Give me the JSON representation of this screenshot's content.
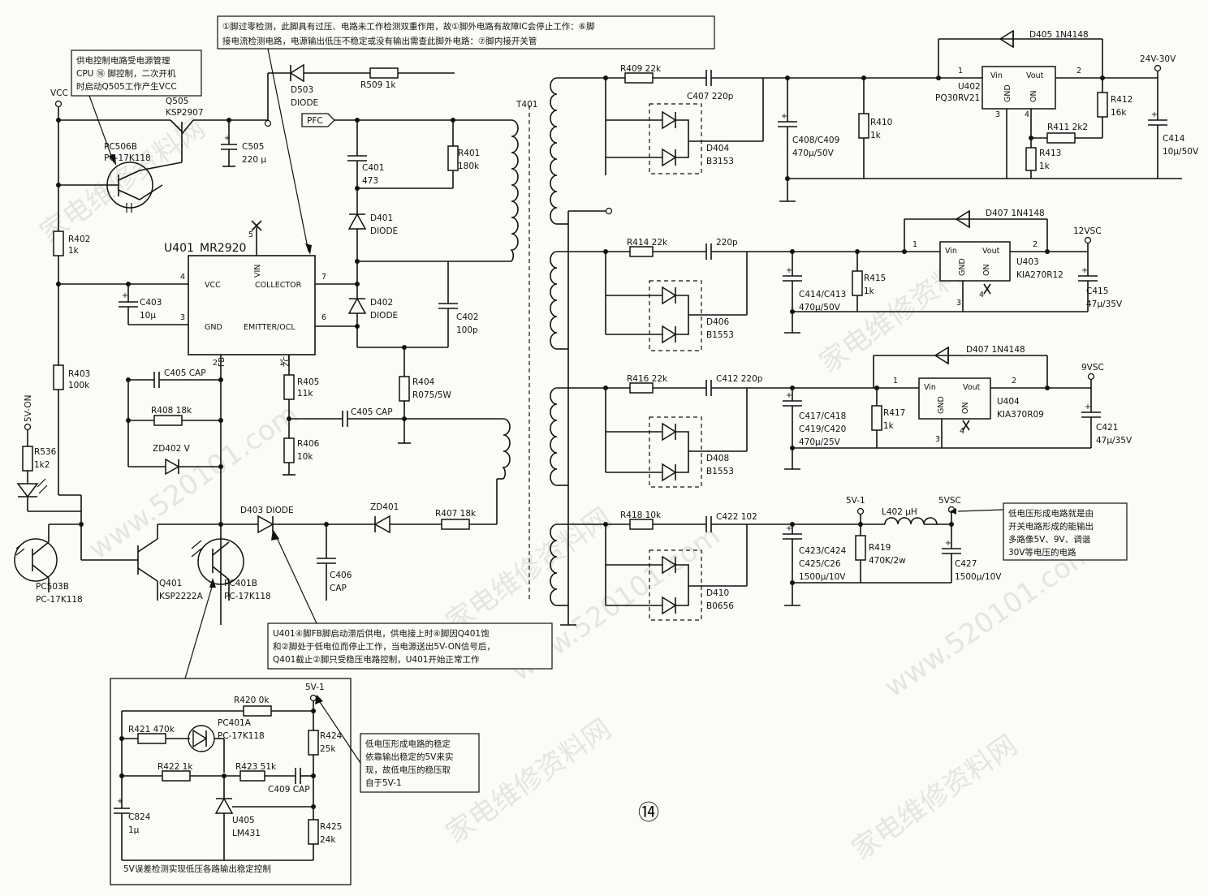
{
  "page_number": "⑭",
  "watermarks": [
    "家电维修资料网",
    "www.520101.com"
  ],
  "annotations": {
    "top_note": [
      "①脚过零检测，此脚具有过压、电路未工作检测双重作用，故①脚外电路有故障IC会停止工作：⑥脚",
      "接电流检测电路，电源输出低压不稳定或没有输出需查此脚外电路：⑦脚内接开关管"
    ],
    "power_control_note": [
      "供电控制电路受电源管理",
      "CPU ⑯ 脚控制，二次开机",
      "时启动Q505工作产生VCC"
    ],
    "fb_note": [
      "U401④脚FB脚启动滞后供电，供电接上时④脚因Q401饱",
      "和②脚处于低电位而停止工作，当电源送出5V-ON信号后，",
      "Q401截止②脚只受稳压电路控制，U401开始正常工作"
    ],
    "feedback_note": [
      "低电压形成电路的稳定",
      "依靠输出稳定的5V来实",
      "现，故低电压的稳压取",
      "自于5V-1"
    ],
    "feedback_caption": "5V误差检测实现低压各路输出稳定控制",
    "secondary_note": [
      "低电压形成电路就是由",
      "开关电路形成的能输出",
      "多路像5V、9V、调谐",
      "30V等电压的电路"
    ]
  },
  "primary": {
    "nets": {
      "vcc": "VCC",
      "pfc": "PFC",
      "on5v": "5V-ON"
    },
    "ic": {
      "ref": "U401",
      "part": "MR2920",
      "pin_vcc": "VCC",
      "pin_gnd": "GND",
      "pin_collector": "COLLECTOR",
      "pin_emitter": "EMITTER/OCL",
      "pin_vin": "VIN",
      "pin_fb": "FB",
      "pin_zc": "ZC",
      "n4": "4",
      "n3": "3",
      "n7": "7",
      "n6": "6",
      "n2": "2",
      "n1": "1",
      "n5": "5"
    },
    "q505": [
      "Q505",
      "KSP2907"
    ],
    "c505": [
      "C505",
      "220 μ"
    ],
    "pc506": [
      "PC506B",
      "PC-17K118"
    ],
    "d503": [
      "D503",
      "DIODE"
    ],
    "r509": "R509 1k",
    "c401": [
      "C401",
      "473"
    ],
    "r401": [
      "R401",
      "180k"
    ],
    "d401": [
      "D401",
      "DIODE"
    ],
    "d402": [
      "D402",
      "DIODE"
    ],
    "c402": [
      "C402",
      "100p"
    ],
    "r402": [
      "R402",
      "1k"
    ],
    "c403": [
      "C403",
      "10μ"
    ],
    "r403": [
      "R403",
      "100k"
    ],
    "c405a": "C405 CAP",
    "r408": "R408 18k",
    "zd402": "ZD402 V",
    "r405": [
      "R405",
      "11k"
    ],
    "r406": [
      "R406",
      "10k"
    ],
    "c405b": "C405 CAP",
    "r404": [
      "R404",
      "R075/5W"
    ],
    "r536": [
      "R536",
      "1k2"
    ],
    "d403": "D403 DIODE",
    "zd401": "ZD401",
    "r407": "R407 18k",
    "c406": [
      "C406",
      "CAP"
    ],
    "pc503": [
      "PC503B",
      "PC-17K118"
    ],
    "q401": [
      "Q401",
      "KSP2222A"
    ],
    "pc401b": [
      "PC401B",
      "PC-17K118"
    ],
    "t401": "T401"
  },
  "feedback": {
    "net": "5V-1",
    "r420": "R420 0k",
    "r421": "R421 470k",
    "pc401a": [
      "PC401A",
      "PC-17K118"
    ],
    "r422": "R422 1k",
    "r423": "R423 51k",
    "c409": "C409 CAP",
    "r424": [
      "R424",
      "25k"
    ],
    "c824": [
      "C824",
      "1μ"
    ],
    "u405": [
      "U405",
      "LM431"
    ],
    "r425": [
      "R425",
      "24k"
    ]
  },
  "secondary": {
    "ch1": {
      "r": "R409 22k",
      "c": "C407 220p",
      "d": [
        "D404",
        "B3153"
      ],
      "cap": [
        "C408/C409",
        "470μ/50V"
      ],
      "rl": [
        "R410",
        "1k"
      ],
      "diode": "D405 1N4148",
      "reg": [
        "U402",
        "PQ30RV21"
      ],
      "r412": [
        "R412",
        "16k"
      ],
      "r411": "R411 2k2",
      "r413": [
        "R413",
        "1k"
      ],
      "out_cap": [
        "C414",
        "10μ/50V"
      ],
      "out": "24V-30V",
      "pin_vin": "Vin",
      "pin_vout": "Vout",
      "pin_gnd": "GND",
      "pin_on": "ON",
      "p1": "1",
      "p2": "2",
      "p3": "3",
      "p4": "4"
    },
    "ch2": {
      "r": "R414 22k",
      "c": "220p",
      "d": [
        "D406",
        "B1553"
      ],
      "cap": [
        "C414/C413",
        "470μ/50V"
      ],
      "rl": [
        "R415",
        "1k"
      ],
      "diode": "D407 1N4148",
      "reg": [
        "U403",
        "KIA270R12"
      ],
      "out_cap": [
        "C415",
        "47μ/35V"
      ],
      "out": "12VSC",
      "pin_vin": "Vin",
      "pin_vout": "Vout",
      "pin_gnd": "GND",
      "pin_on": "ON",
      "p1": "1",
      "p2": "2",
      "p3": "3",
      "p4": "4"
    },
    "ch3": {
      "r": "R416 22k",
      "c": "C412 220p",
      "d": [
        "D408",
        "B1553"
      ],
      "cap": [
        "C417/C418",
        "C419/C420",
        "470μ/25V"
      ],
      "rl": [
        "R417",
        "1k"
      ],
      "diode": "D407 1N4148",
      "reg": [
        "U404",
        "KIA370R09"
      ],
      "out_cap": [
        "C421",
        "47μ/35V"
      ],
      "out": "9VSC",
      "pin_vin": "Vin",
      "pin_vout": "Vout",
      "pin_gnd": "GND",
      "pin_on": "ON",
      "p1": "1",
      "p2": "2",
      "p3": "3",
      "p4": "4"
    },
    "ch4": {
      "r": "R418 10k",
      "c": "C422 102",
      "d": [
        "D410",
        "B0656"
      ],
      "cap": [
        "C423/C424",
        "C425/C26",
        "1500μ/10V"
      ],
      "rl": [
        "R419",
        "470K/2w"
      ],
      "net": "5V-1",
      "l": "L402 μH",
      "out_cap": [
        "C427",
        "1500μ/10V"
      ],
      "out": "5VSC"
    }
  }
}
